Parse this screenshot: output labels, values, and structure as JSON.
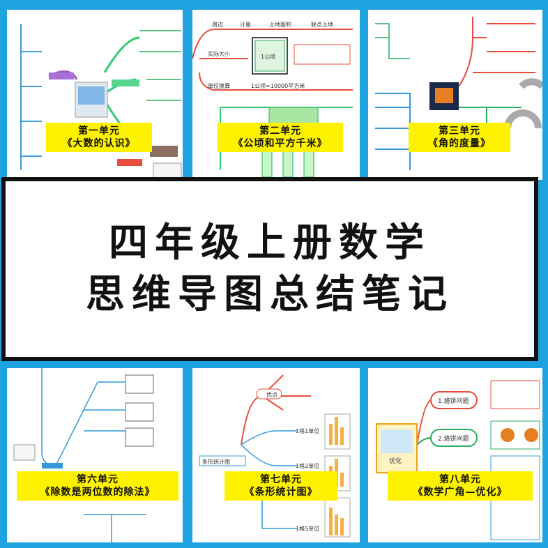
{
  "banner": {
    "title_line1": "四年级上册数学",
    "title_line2": "思维导图总结笔记"
  },
  "units": [
    {
      "line1": "第一单元",
      "line2": "《大数的认识》"
    },
    {
      "line1": "第二单元",
      "line2": "《公顷和平方千米》"
    },
    {
      "line1": "第三单元",
      "line2": "《角的度量》"
    },
    {
      "line1": "第六单元",
      "line2": "《除数是两位数的除法》"
    },
    {
      "line1": "第七单元",
      "line2": "《条形统计图》"
    },
    {
      "line1": "第八单元",
      "line2": "《数学广角—优化》"
    }
  ],
  "thumb_text": {
    "u2": [
      "周边",
      "计量",
      "土地面积",
      "联点土地",
      "实际大小",
      "1公顷",
      "单位换算",
      "1公顷=10000平方米"
    ],
    "u7": [
      "条形统计图",
      "优点",
      "1格1单位",
      "1格2单位",
      "1格5单位"
    ],
    "u8": [
      "1.烙饼问题",
      "2.烙饼问题",
      "优化"
    ]
  },
  "colors": {
    "background": "#1fa3e0",
    "label_yellow": "#fff200",
    "border": "#111111"
  }
}
